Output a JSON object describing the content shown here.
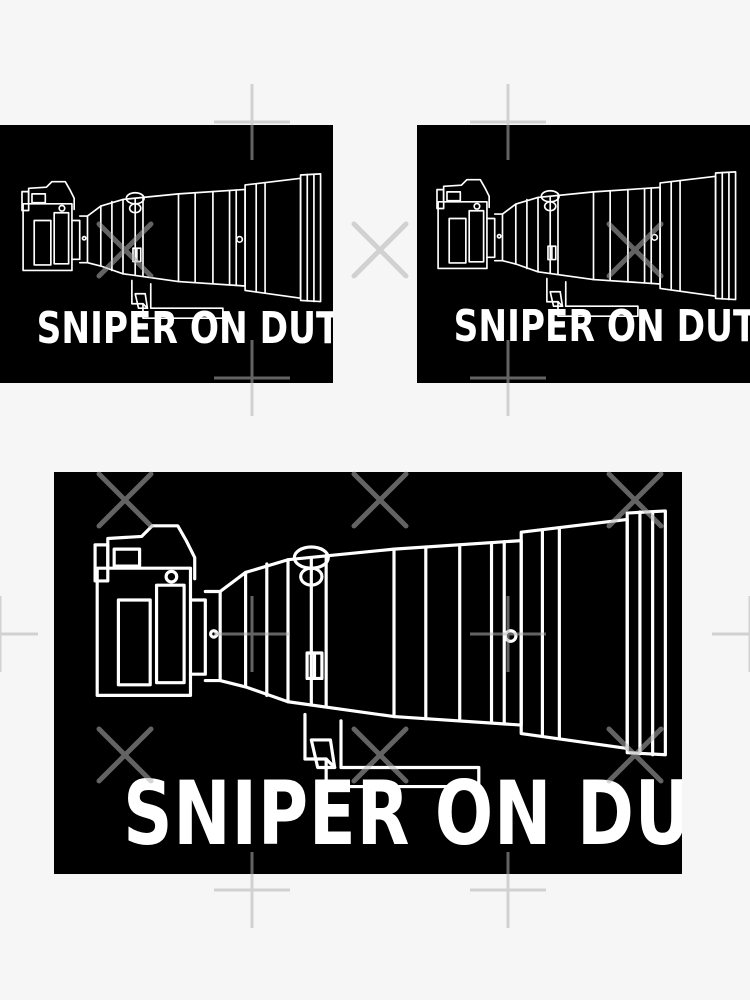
{
  "stickers": [
    {
      "id": "small-left",
      "caption": "SNIPER ON DUTY"
    },
    {
      "id": "small-right",
      "caption": "SNIPER ON DUTY"
    },
    {
      "id": "large",
      "caption": "SNIPER ON DUTY"
    }
  ],
  "illustration": {
    "subject": "camera-with-telephoto-lens",
    "line_color": "#ffffff",
    "background_color": "#000000"
  },
  "page_background": "#f6f6f6",
  "watermark_color": "#b4b4b4"
}
